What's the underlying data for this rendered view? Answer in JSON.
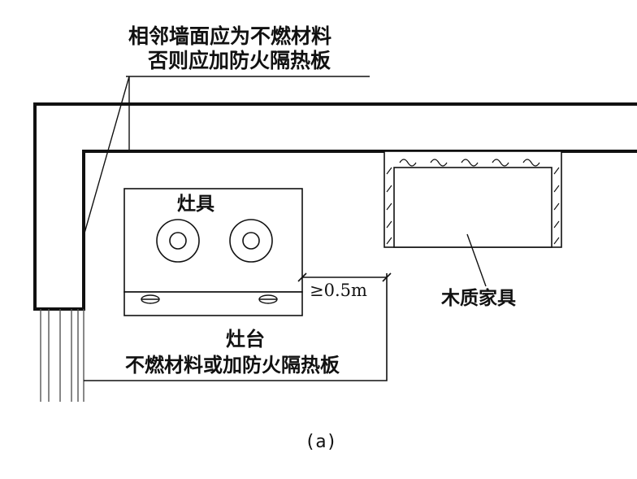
{
  "labels": {
    "wall_note_line1": "相邻墙面应为不燃材料",
    "wall_note_line2": "否则应加防火隔热板",
    "stove": "灶具",
    "distance": "≥0.5m",
    "furniture": "木质家具",
    "counter": "灶台",
    "counter_note": "不燃材料或加防火隔热板",
    "caption": "(a)"
  },
  "colors": {
    "ink": "#111111",
    "background": "#ffffff"
  }
}
